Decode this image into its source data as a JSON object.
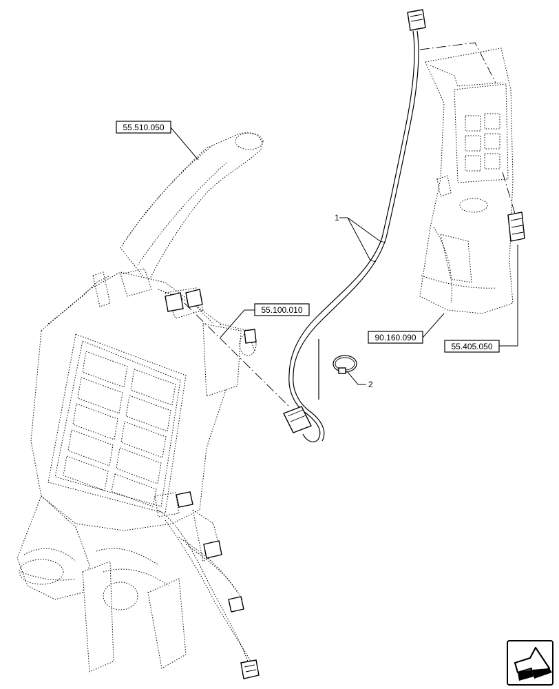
{
  "callouts": {
    "ref_55_510_050": "55.510.050",
    "ref_55_100_010": "55.100.010",
    "ref_90_160_090": "90.160.090",
    "ref_55_405_050": "55.405.050"
  },
  "item_numbers": {
    "item_1": "1",
    "item_2": "2"
  },
  "nav": {
    "icon": "next-page-arrow-icon"
  }
}
